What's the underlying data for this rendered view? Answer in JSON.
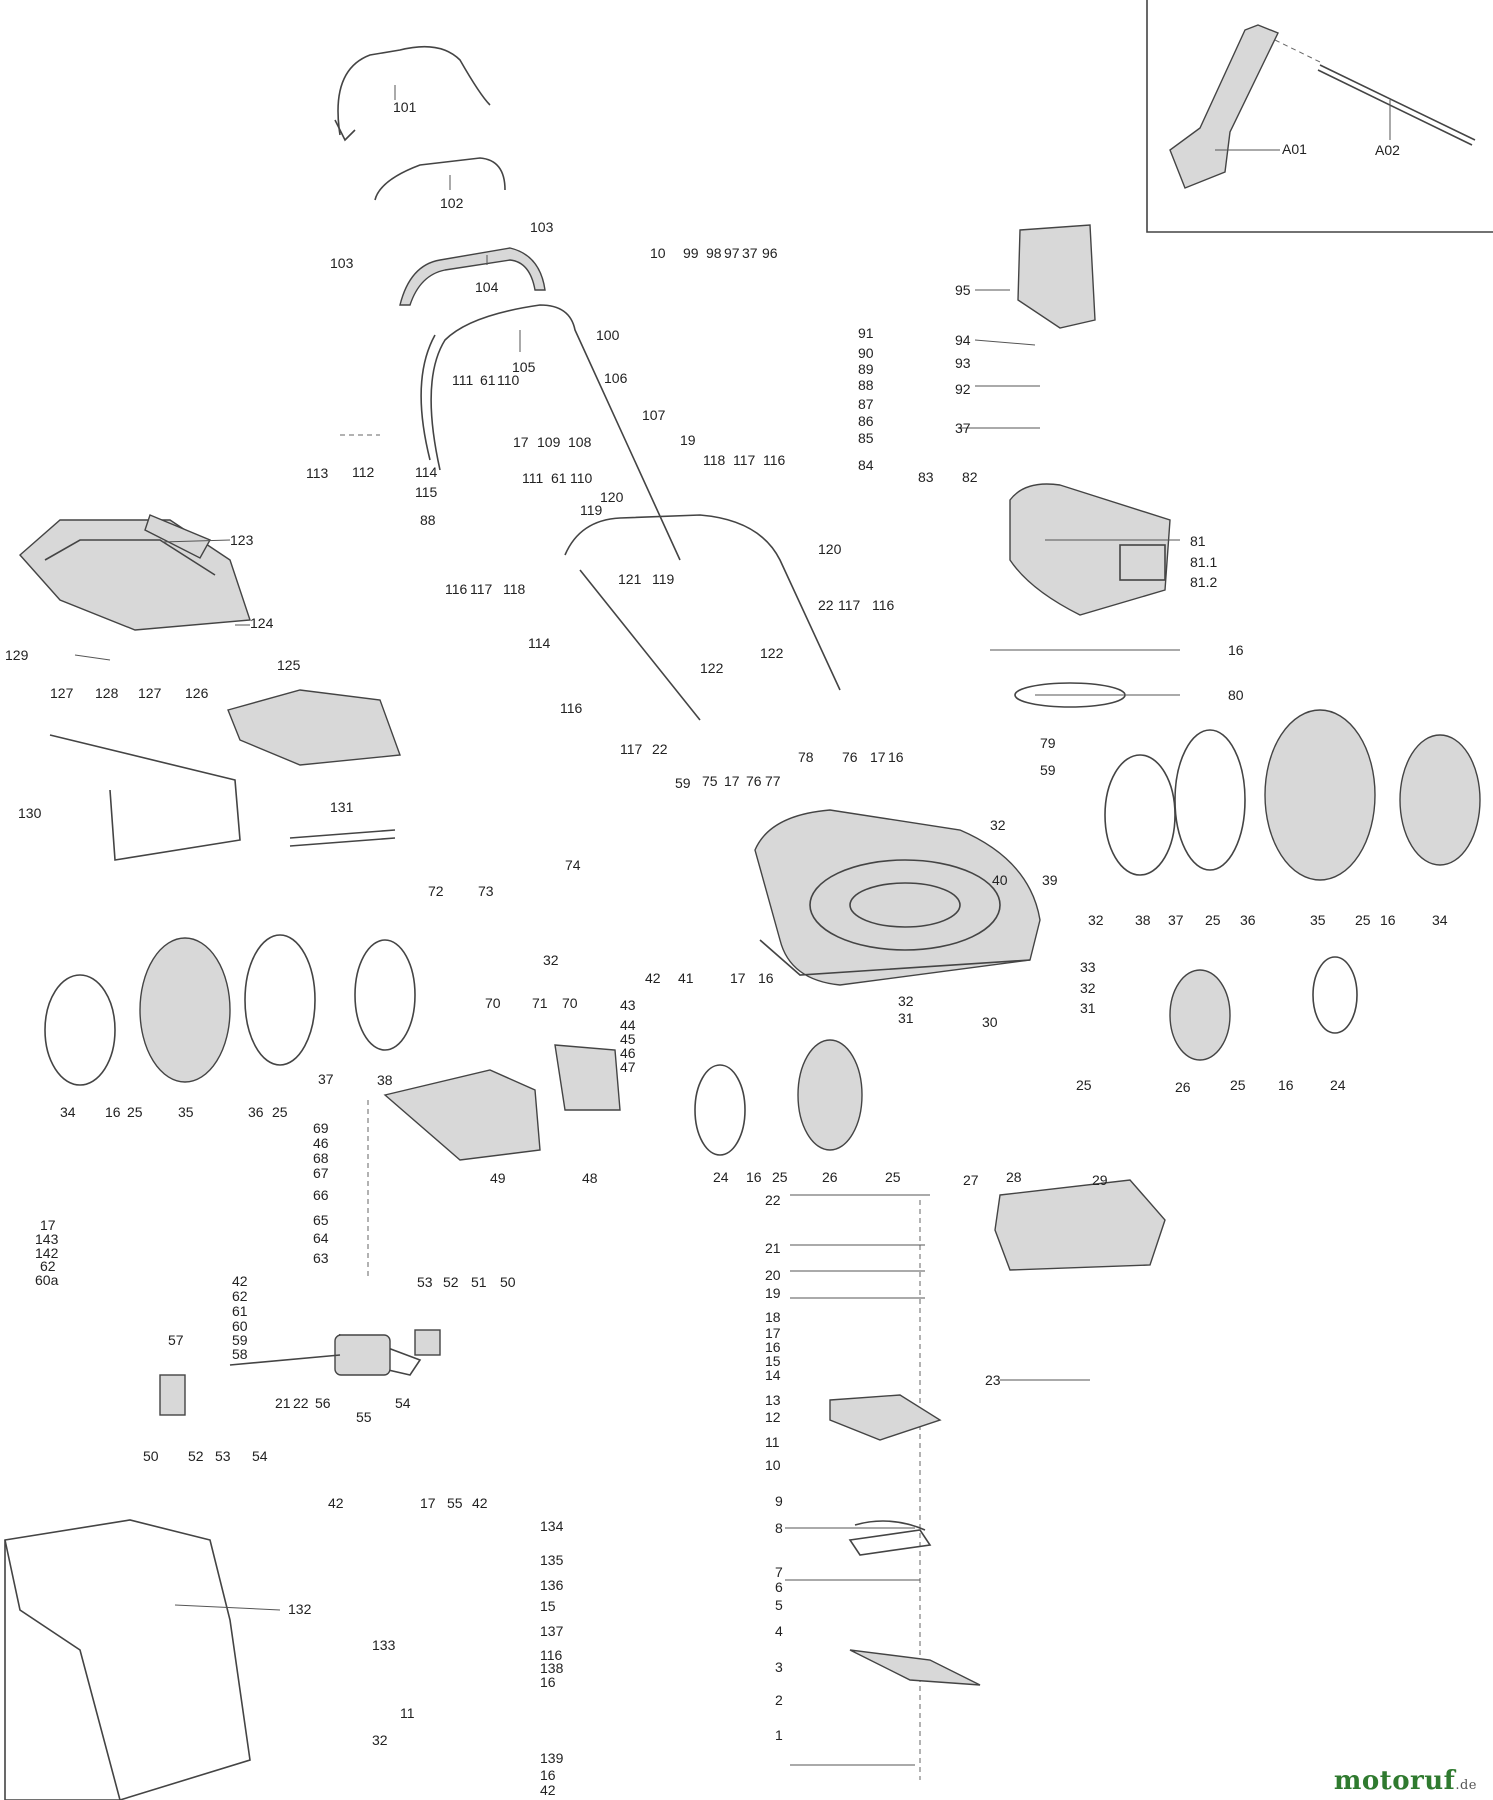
{
  "brand": {
    "name": "motoruf",
    "suffix": ".de"
  },
  "labels": {
    "l1": "1",
    "l2": "2",
    "l3": "3",
    "l4": "4",
    "l5": "5",
    "l6": "6",
    "l7": "7",
    "l8": "8",
    "l9": "9",
    "l10": "10",
    "l11": "11",
    "l12": "12",
    "l13": "13",
    "l14": "14",
    "l15": "15",
    "l16": "16",
    "l17": "17",
    "l18": "18",
    "l19": "19",
    "l20": "20",
    "l21": "21",
    "l22": "22",
    "l23": "23",
    "l24": "24",
    "l25": "25",
    "l26": "26",
    "l27": "27",
    "l28": "28",
    "l29": "29",
    "l30": "30",
    "l31": "31",
    "l32": "32",
    "l33": "33",
    "l34": "34",
    "l35": "35",
    "l36": "36",
    "l37": "37",
    "l38": "38",
    "l39": "39",
    "l40": "40",
    "l41": "41",
    "l42": "42",
    "l43": "43",
    "l44": "44",
    "l45": "45",
    "l46": "46",
    "l47": "47",
    "l48": "48",
    "l49": "49",
    "l50": "50",
    "l51": "51",
    "l52": "52",
    "l53": "53",
    "l54": "54",
    "l55": "55",
    "l56": "56",
    "l57": "57",
    "l58": "58",
    "l59": "59",
    "l60": "60",
    "l60a": "60a",
    "l61": "61",
    "l62": "62",
    "l63": "63",
    "l64": "64",
    "l65": "65",
    "l66": "66",
    "l67": "67",
    "l68": "68",
    "l69": "69",
    "l70": "70",
    "l71": "71",
    "l72": "72",
    "l73": "73",
    "l74": "74",
    "l75": "75",
    "l76": "76",
    "l77": "77",
    "l78": "78",
    "l79": "79",
    "l80": "80",
    "l81": "81",
    "l81_1": "81.1",
    "l81_2": "81.2",
    "l82": "82",
    "l83": "83",
    "l84": "84",
    "l85": "85",
    "l86": "86",
    "l87": "87",
    "l88": "88",
    "l89": "89",
    "l90": "90",
    "l91": "91",
    "l92": "92",
    "l93": "93",
    "l94": "94",
    "l95": "95",
    "l96": "96",
    "l97": "97",
    "l98": "98",
    "l99": "99",
    "l100": "100",
    "l101": "101",
    "l102": "102",
    "l103": "103",
    "l104": "104",
    "l105": "105",
    "l106": "106",
    "l107": "107",
    "l108": "108",
    "l109": "109",
    "l110": "110",
    "l111": "111",
    "l112": "112",
    "l113": "113",
    "l114": "114",
    "l115": "115",
    "l116": "116",
    "l117": "117",
    "l118": "118",
    "l119": "119",
    "l120": "120",
    "l121": "121",
    "l122": "122",
    "l123": "123",
    "l124": "124",
    "l125": "125",
    "l126": "126",
    "l127": "127",
    "l128": "128",
    "l129": "129",
    "l130": "130",
    "l131": "131",
    "l132": "132",
    "l133": "133",
    "l134": "134",
    "l135": "135",
    "l136": "136",
    "l137": "137",
    "l138": "138",
    "l139": "139",
    "l142": "142",
    "l143": "143",
    "lA01": "A01",
    "lA02": "A02"
  }
}
